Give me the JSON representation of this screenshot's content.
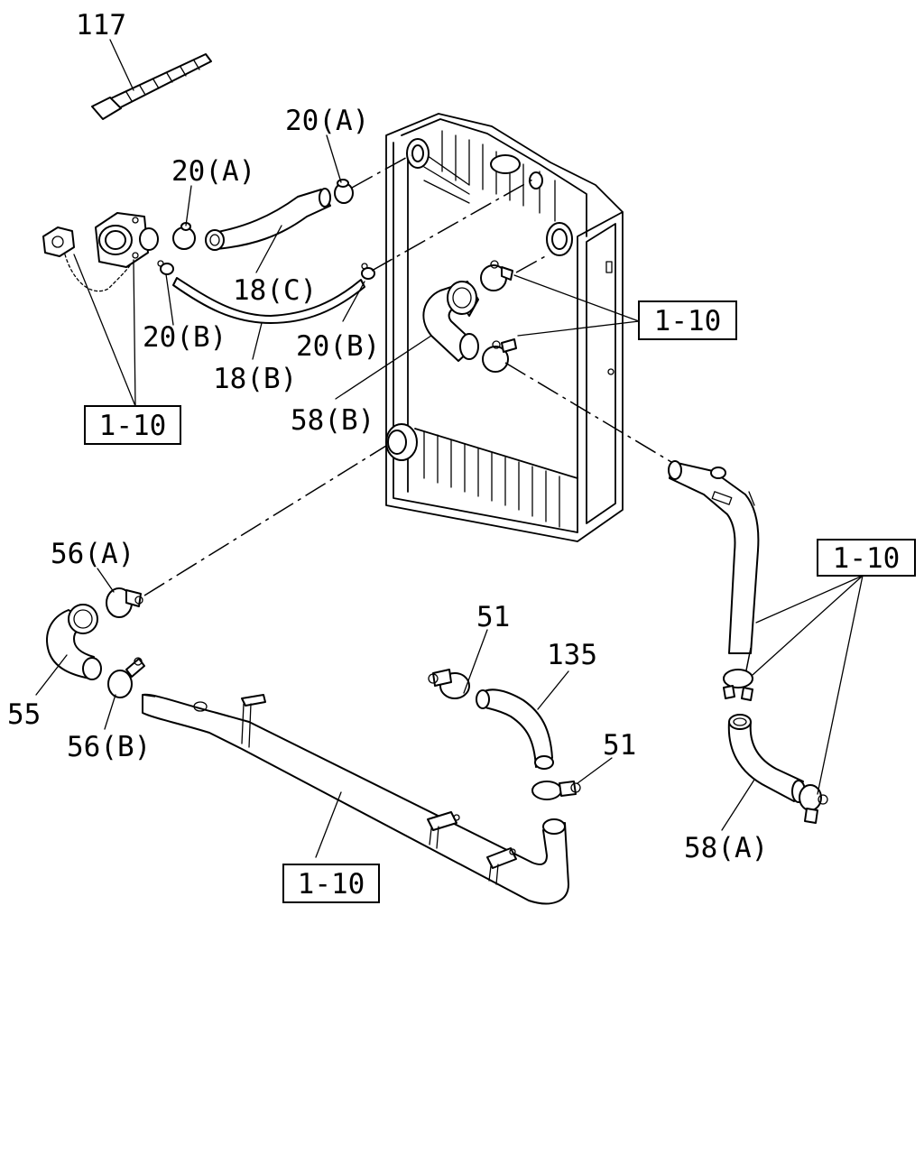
{
  "labels": {
    "p117": "117",
    "p20a_top": "20(A)",
    "p20a_left": "20(A)",
    "p18c": "18(C)",
    "p20b_left": "20(B)",
    "p18b": "18(B)",
    "p20b_right": "20(B)",
    "p58b": "58(B)",
    "p56a": "56(A)",
    "p55": "55",
    "p56b": "56(B)",
    "p51_top": "51",
    "p135": "135",
    "p51_right": "51",
    "p58a": "58(A)"
  },
  "refs": {
    "ref_left": "1-10",
    "ref_right_upper": "1-10",
    "ref_right_mid": "1-10",
    "ref_bottom": "1-10"
  }
}
